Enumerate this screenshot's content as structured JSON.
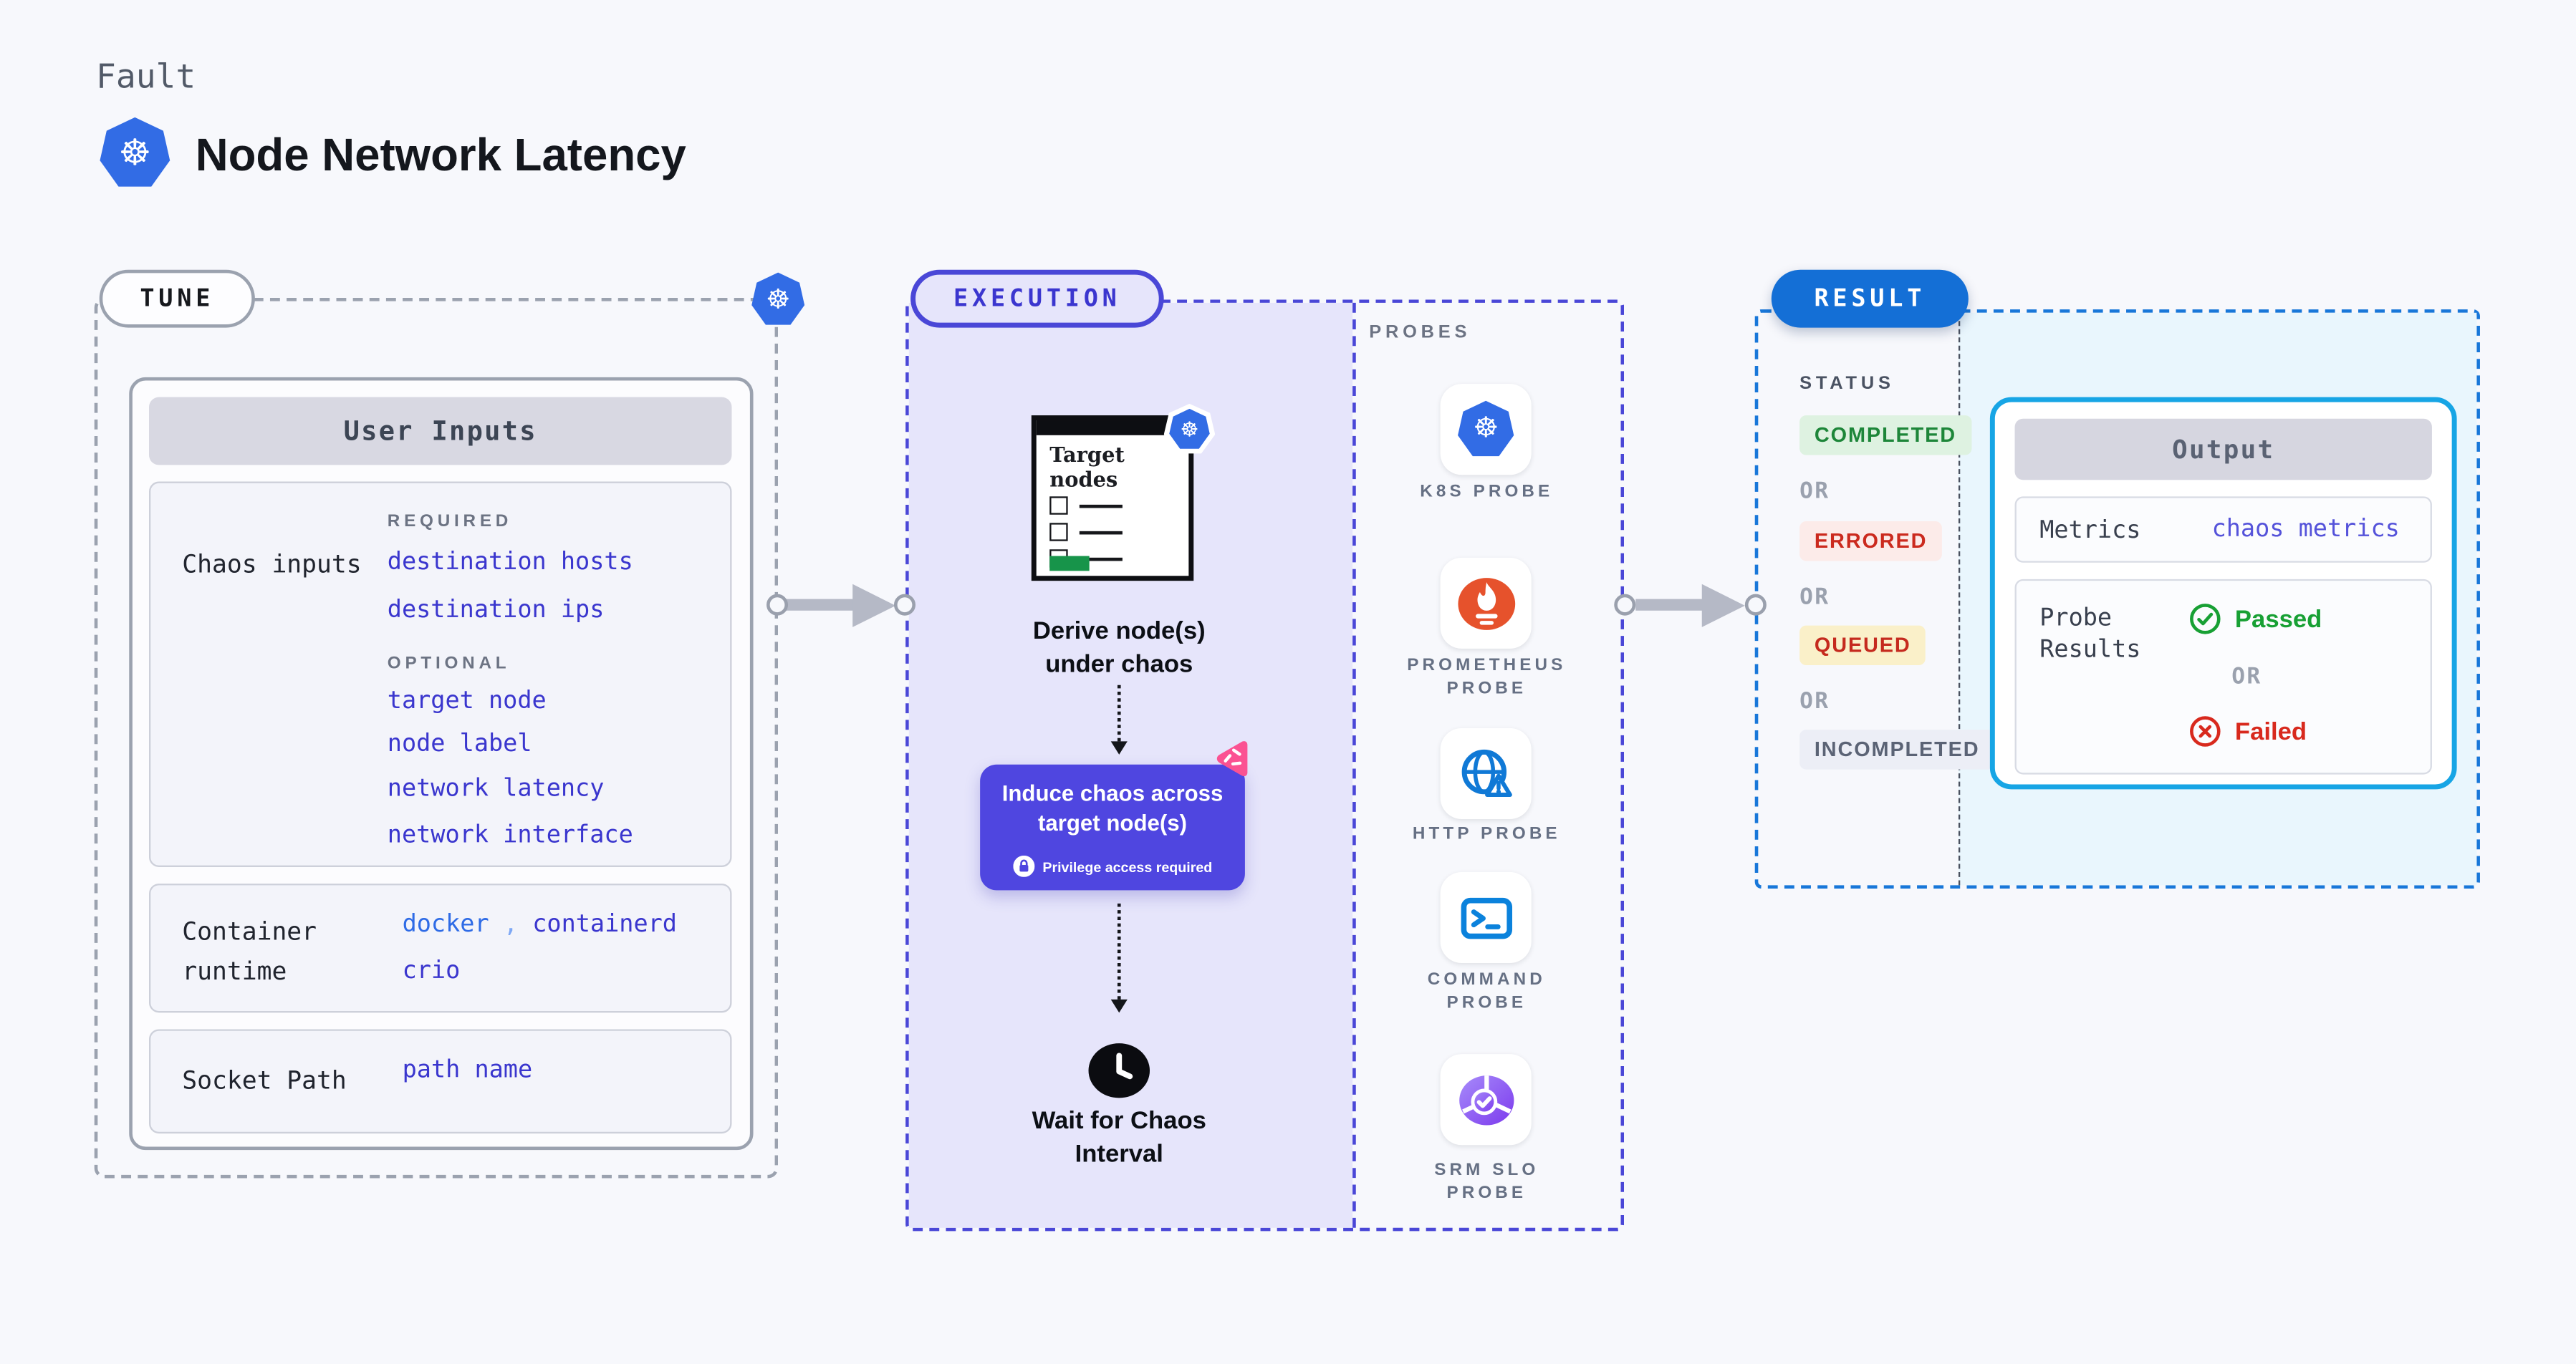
{
  "header": {
    "kicker": "Fault",
    "title": "Node Network Latency"
  },
  "icons": {
    "kubernetes_glyph": "☸"
  },
  "tune": {
    "label": "TUNE",
    "card": {
      "header": "User Inputs",
      "chaos_row": {
        "label": "Chaos inputs",
        "required_tag": "REQUIRED",
        "required_values": [
          "destination hosts",
          "destination ips"
        ],
        "optional_tag": "OPTIONAL",
        "optional_values": [
          "target node",
          "node label",
          "network latency",
          "network interface"
        ]
      },
      "runtime_row": {
        "label": "Container\nruntime",
        "value_1": "docker",
        "separator": ",",
        "value_2": "containerd",
        "value_3": "crio"
      },
      "socket_row": {
        "label": "Socket Path",
        "value": "path name"
      }
    }
  },
  "execution": {
    "label": "EXECUTION",
    "target_window_title": "Target\nnodes",
    "derive_caption": "Derive node(s)\nunder chaos",
    "induce_caption": "Induce chaos across\ntarget node(s)",
    "privilege_note": "Privilege access required",
    "wait_caption": "Wait for Chaos\nInterval"
  },
  "probes": {
    "label": "PROBES",
    "items": [
      {
        "label": "K8S PROBE",
        "icon": "kubernetes-icon"
      },
      {
        "label": "PROMETHEUS\nPROBE",
        "icon": "prometheus-icon"
      },
      {
        "label": "HTTP PROBE",
        "icon": "globe-warning-icon"
      },
      {
        "label": "COMMAND\nPROBE",
        "icon": "terminal-icon"
      },
      {
        "label": "SRM SLO\nPROBE",
        "icon": "slo-pie-check-icon"
      }
    ]
  },
  "result": {
    "label": "RESULT",
    "status_label": "STATUS",
    "or_label": "OR",
    "statuses": [
      {
        "label": "COMPLETED",
        "color": "#1d8639",
        "bg": "#def2e1"
      },
      {
        "label": "ERRORED",
        "color": "#cb2a1e",
        "bg": "#fcebe9"
      },
      {
        "label": "QUEUED",
        "color": "#c52a1e",
        "bg": "#faf0c9"
      },
      {
        "label": "INCOMPLETED",
        "color": "#5b6375",
        "bg": "#eceef6"
      }
    ],
    "output": {
      "header": "Output",
      "metrics_label": "Metrics",
      "metrics_value": "chaos metrics",
      "probe_label": "Probe\nResults",
      "passed_label": "Passed",
      "failed_label": "Failed"
    }
  },
  "colors": {
    "kubernetes_blue": "#326ce5",
    "indigo_accent": "#4a47d7",
    "chaos_purple": "#4f46e0",
    "harness_pink": "#fb5292",
    "result_blue": "#146fd6",
    "output_border_cyan": "#17a5e5",
    "success_green": "#18a034",
    "error_red": "#d8291d",
    "lavender_panel": "#e6e5fb",
    "light_blue_panel": "#e9f6fd"
  }
}
